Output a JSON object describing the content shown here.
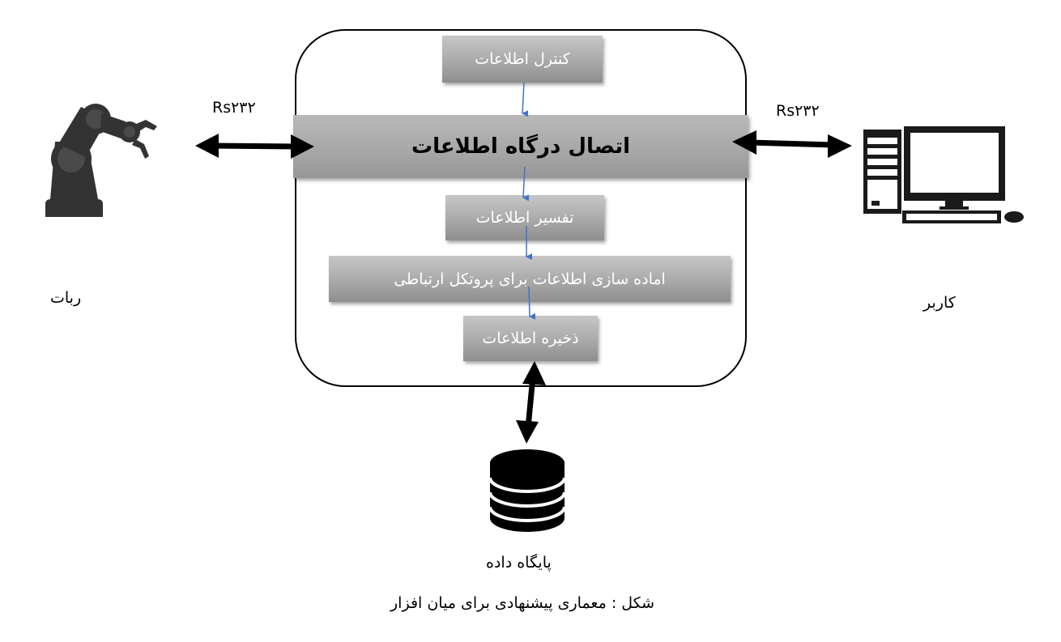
{
  "diagram": {
    "boxes": {
      "control": "کنترل اطلاعات",
      "gateway": "اتصال درگاه اطلاعات",
      "interpret": "تفسیر اطلاعات",
      "prepare": "اماده سازی اطلاعات برای پروتکل ارتباطی",
      "store": "ذخیره اطلاعات"
    },
    "left": {
      "link_label": "Rs۲۳۲",
      "node_label": "ربات",
      "icon": "robot-arm-icon"
    },
    "right": {
      "link_label": "Rs۲۳۲",
      "node_label": "کاربر",
      "icon": "desktop-computer-icon"
    },
    "bottom": {
      "node_label": "پایگاه داده",
      "icon": "database-icon"
    },
    "caption": "شکل : معماری پیشنهادی برای میان افزار",
    "colors": {
      "flow_arrow": "#4472c4",
      "box_text": "#ffffff",
      "link_arrow": "#000000"
    }
  }
}
